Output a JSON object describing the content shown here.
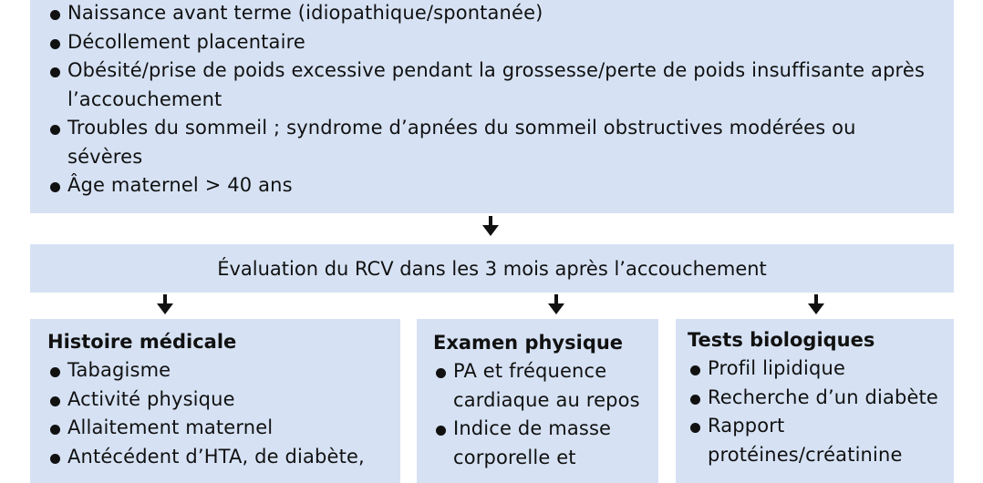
{
  "top_box": {
    "items": [
      "Naissance avant terme (idiopathique/spontanée)",
      "Décollement placentaire",
      "Obésité/prise de poids excessive pendant la grossesse/perte de poids insuffisante après l’accouchement",
      "Troubles du sommeil ; syndrome d’apnées du sommeil obstructives modérées ou sévères",
      "Âge maternel > 40 ans"
    ]
  },
  "evaluation": {
    "label": "Évaluation du RCV dans les 3 mois après l’accouchement"
  },
  "columns": [
    {
      "title": "Histoire médicale",
      "items": [
        "Tabagisme",
        "Activité physique",
        "Allaitement maternel",
        "Antécédent d’HTA, de diabète,"
      ]
    },
    {
      "title": "Examen physique",
      "items": [
        "PA et fréquence cardiaque au repos",
        "Indice de masse corporelle et"
      ]
    },
    {
      "title": "Tests biologiques",
      "items": [
        "Profil lipidique",
        "Recherche d’un diabète",
        "Rapport protéines/créatinine"
      ]
    }
  ]
}
